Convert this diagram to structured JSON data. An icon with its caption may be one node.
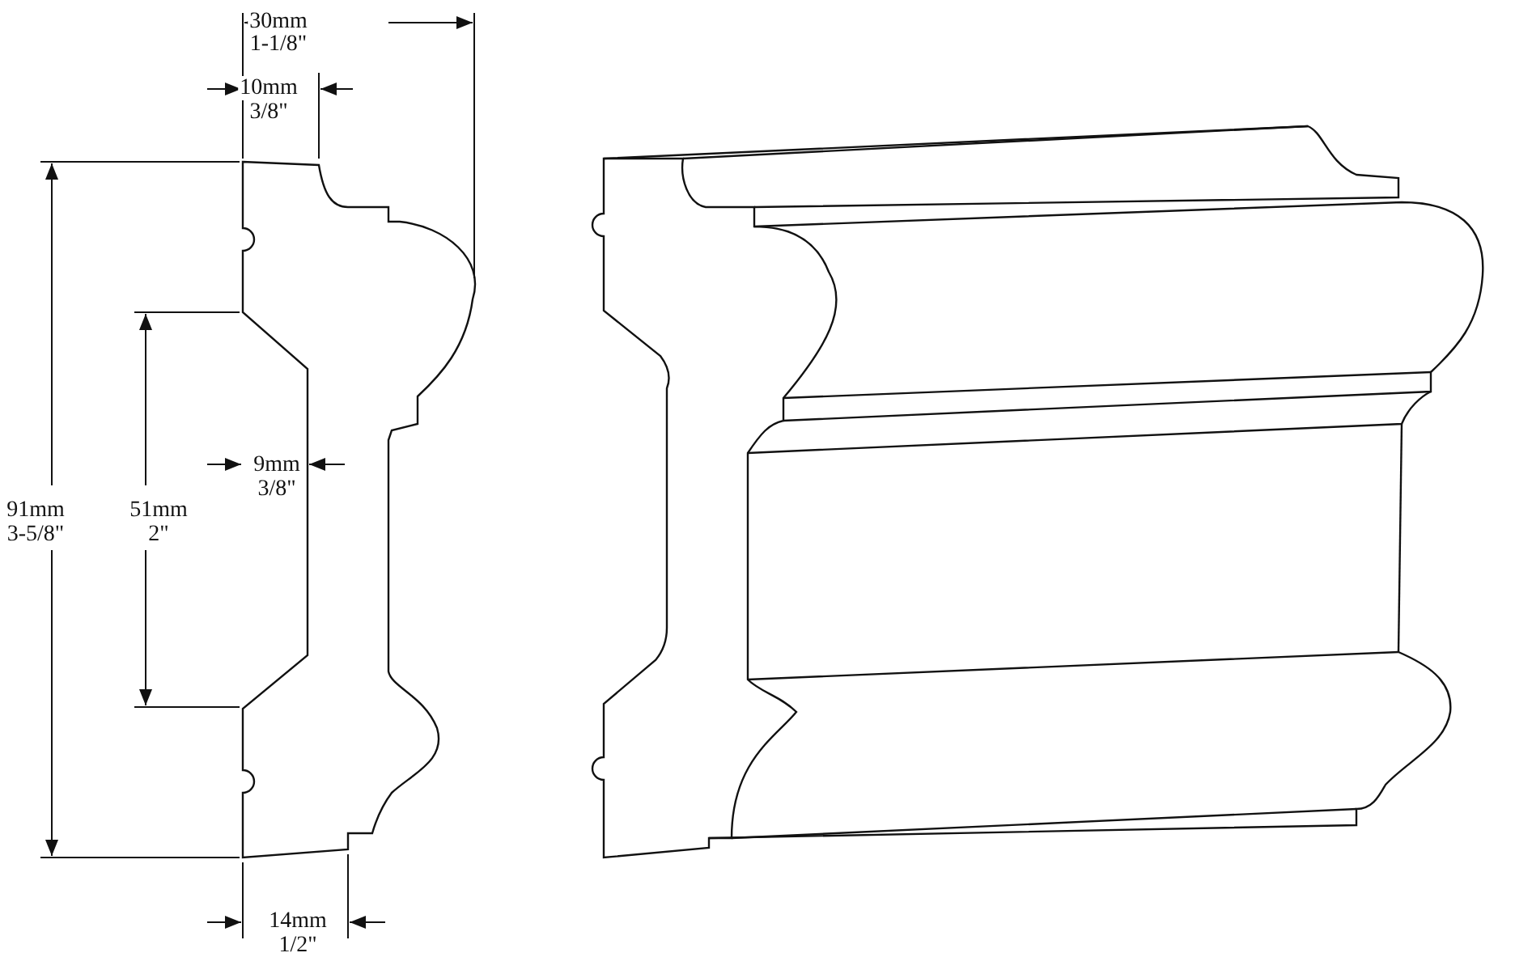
{
  "diagram": {
    "labels": [
      "30mm",
      "1-1/8\"",
      "10mm",
      "3/8\"",
      "91mm",
      "3-5/8\"",
      "51mm",
      "2\"",
      "9mm",
      "3/8\"",
      "14mm",
      "1/2\""
    ]
  }
}
